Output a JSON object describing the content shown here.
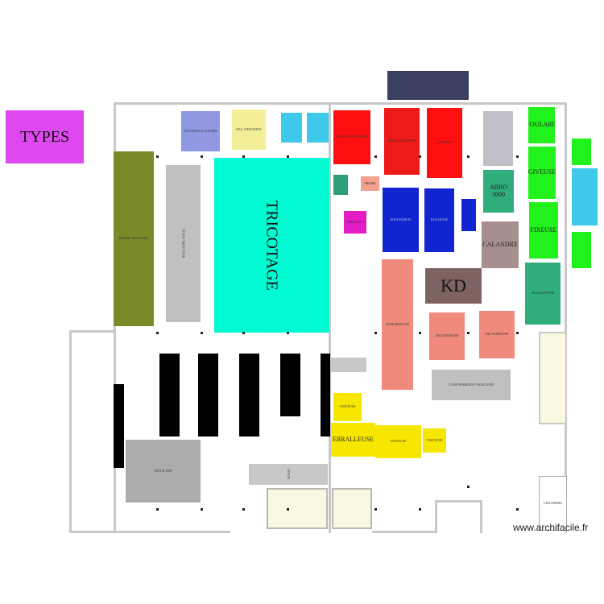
{
  "legend": {
    "label": "TYPES",
    "color": "#de49ef"
  },
  "zones": {
    "tricotage": "TRICOTAGE",
    "kd": "KD",
    "cote_gauche_olive": "BANDE TRICOTAGE",
    "colonne_grise": "STOCK TRICOTAGE",
    "lavender_top": "MACHINES A COUDRE",
    "jaune_haut": "BAC A REVISION",
    "cyan_1": "",
    "cyan_2": "",
    "rouge_1": "RAMEUSE TEINTURE",
    "rouge_2": "EMBALLAGE BIOS",
    "rouge_3": "TEINTURE",
    "gris_haut_droite": "",
    "vert_olive_petit": "",
    "saumon_petit": "PRESSE",
    "magenta_petit": "DEBOUILLI",
    "bleu_1": "ROULEUSE P2",
    "bleu_2": "ROULEUSE",
    "bleu_3": "",
    "haut_bleu_fonce": "",
    "vert_ebarreuse": "ABRO 3000",
    "calandre": "CALANDRE",
    "poulard": "FOULARD",
    "giveuse": "GIVEUSE",
    "fixeuse": "FIXEUSE",
    "sechante": "SECHANTEUSE",
    "droite_vert_1": "",
    "droite_cyan": "",
    "droite_vert_2": "",
    "saumon_grand": "SANFORISEUSE",
    "decatisseuse_1": "DECATISSEUSE",
    "decatisseuse_2": "DECATISSEUSE",
    "gris_bas": "COND FAMBOUR VISUEL FINI",
    "creme_droite": "",
    "chaudiere": "CHAUDIERE",
    "jaune_petit": "VISITEUSE",
    "jaune_ebralleuse": "EBRALLEUSE",
    "jaune_moyen": "VISITEUSE",
    "jaune_petit_2": "VISITEUSE",
    "gris_mince": "",
    "gris_bas_centre": "STOCK",
    "gris_bas_gauche": "STOCK FINI",
    "creme_bas_1": "",
    "creme_bas_2": ""
  },
  "colors": {
    "olive": "#7a8a28",
    "teal": "#00fad2",
    "grey": "#c0c0c0",
    "red": "#ff0f0f",
    "blue": "#1024d0",
    "salmon": "#ef8a7c",
    "green": "#22f21c",
    "darkgreen": "#2fae7c",
    "yellow": "#f7e700",
    "cream": "#fbf8e1"
  },
  "watermark": "www.archifacile.fr"
}
